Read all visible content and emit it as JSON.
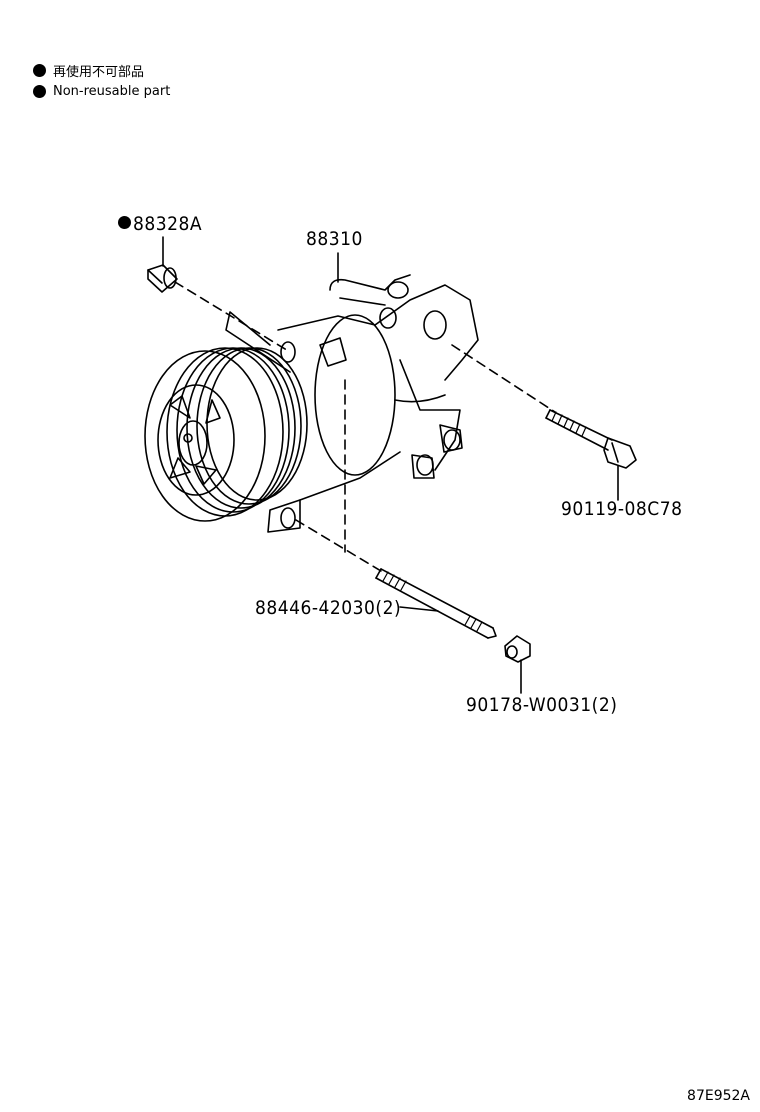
{
  "legend": {
    "items": [
      {
        "text": "再使用不可部品"
      },
      {
        "text": "Non-reusable part"
      }
    ]
  },
  "parts": {
    "seal": {
      "number": "88328A",
      "non_reusable": true
    },
    "compressor": {
      "number": "88310"
    },
    "bolt": {
      "number": "90119-08C78"
    },
    "stud": {
      "number": "88446-42030(2)"
    },
    "nut": {
      "number": "90178-W0031(2)"
    }
  },
  "diagram_code": "87E952A",
  "colors": {
    "ink": "#000000",
    "paper": "#ffffff"
  }
}
